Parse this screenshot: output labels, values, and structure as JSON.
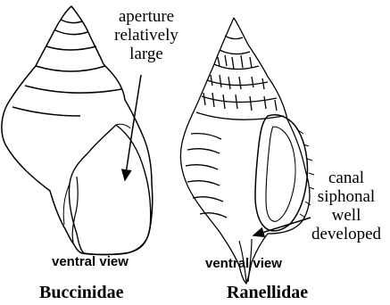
{
  "left_shell": {
    "annotation_lines": [
      "aperture",
      "relatively",
      "large"
    ],
    "view_label": "ventral view",
    "family_name": "Buccinidae"
  },
  "right_shell": {
    "annotation_lines": [
      "canal",
      "siphonal",
      "well",
      "developed"
    ],
    "view_label": "ventral view",
    "family_name": "Ranellidae"
  }
}
